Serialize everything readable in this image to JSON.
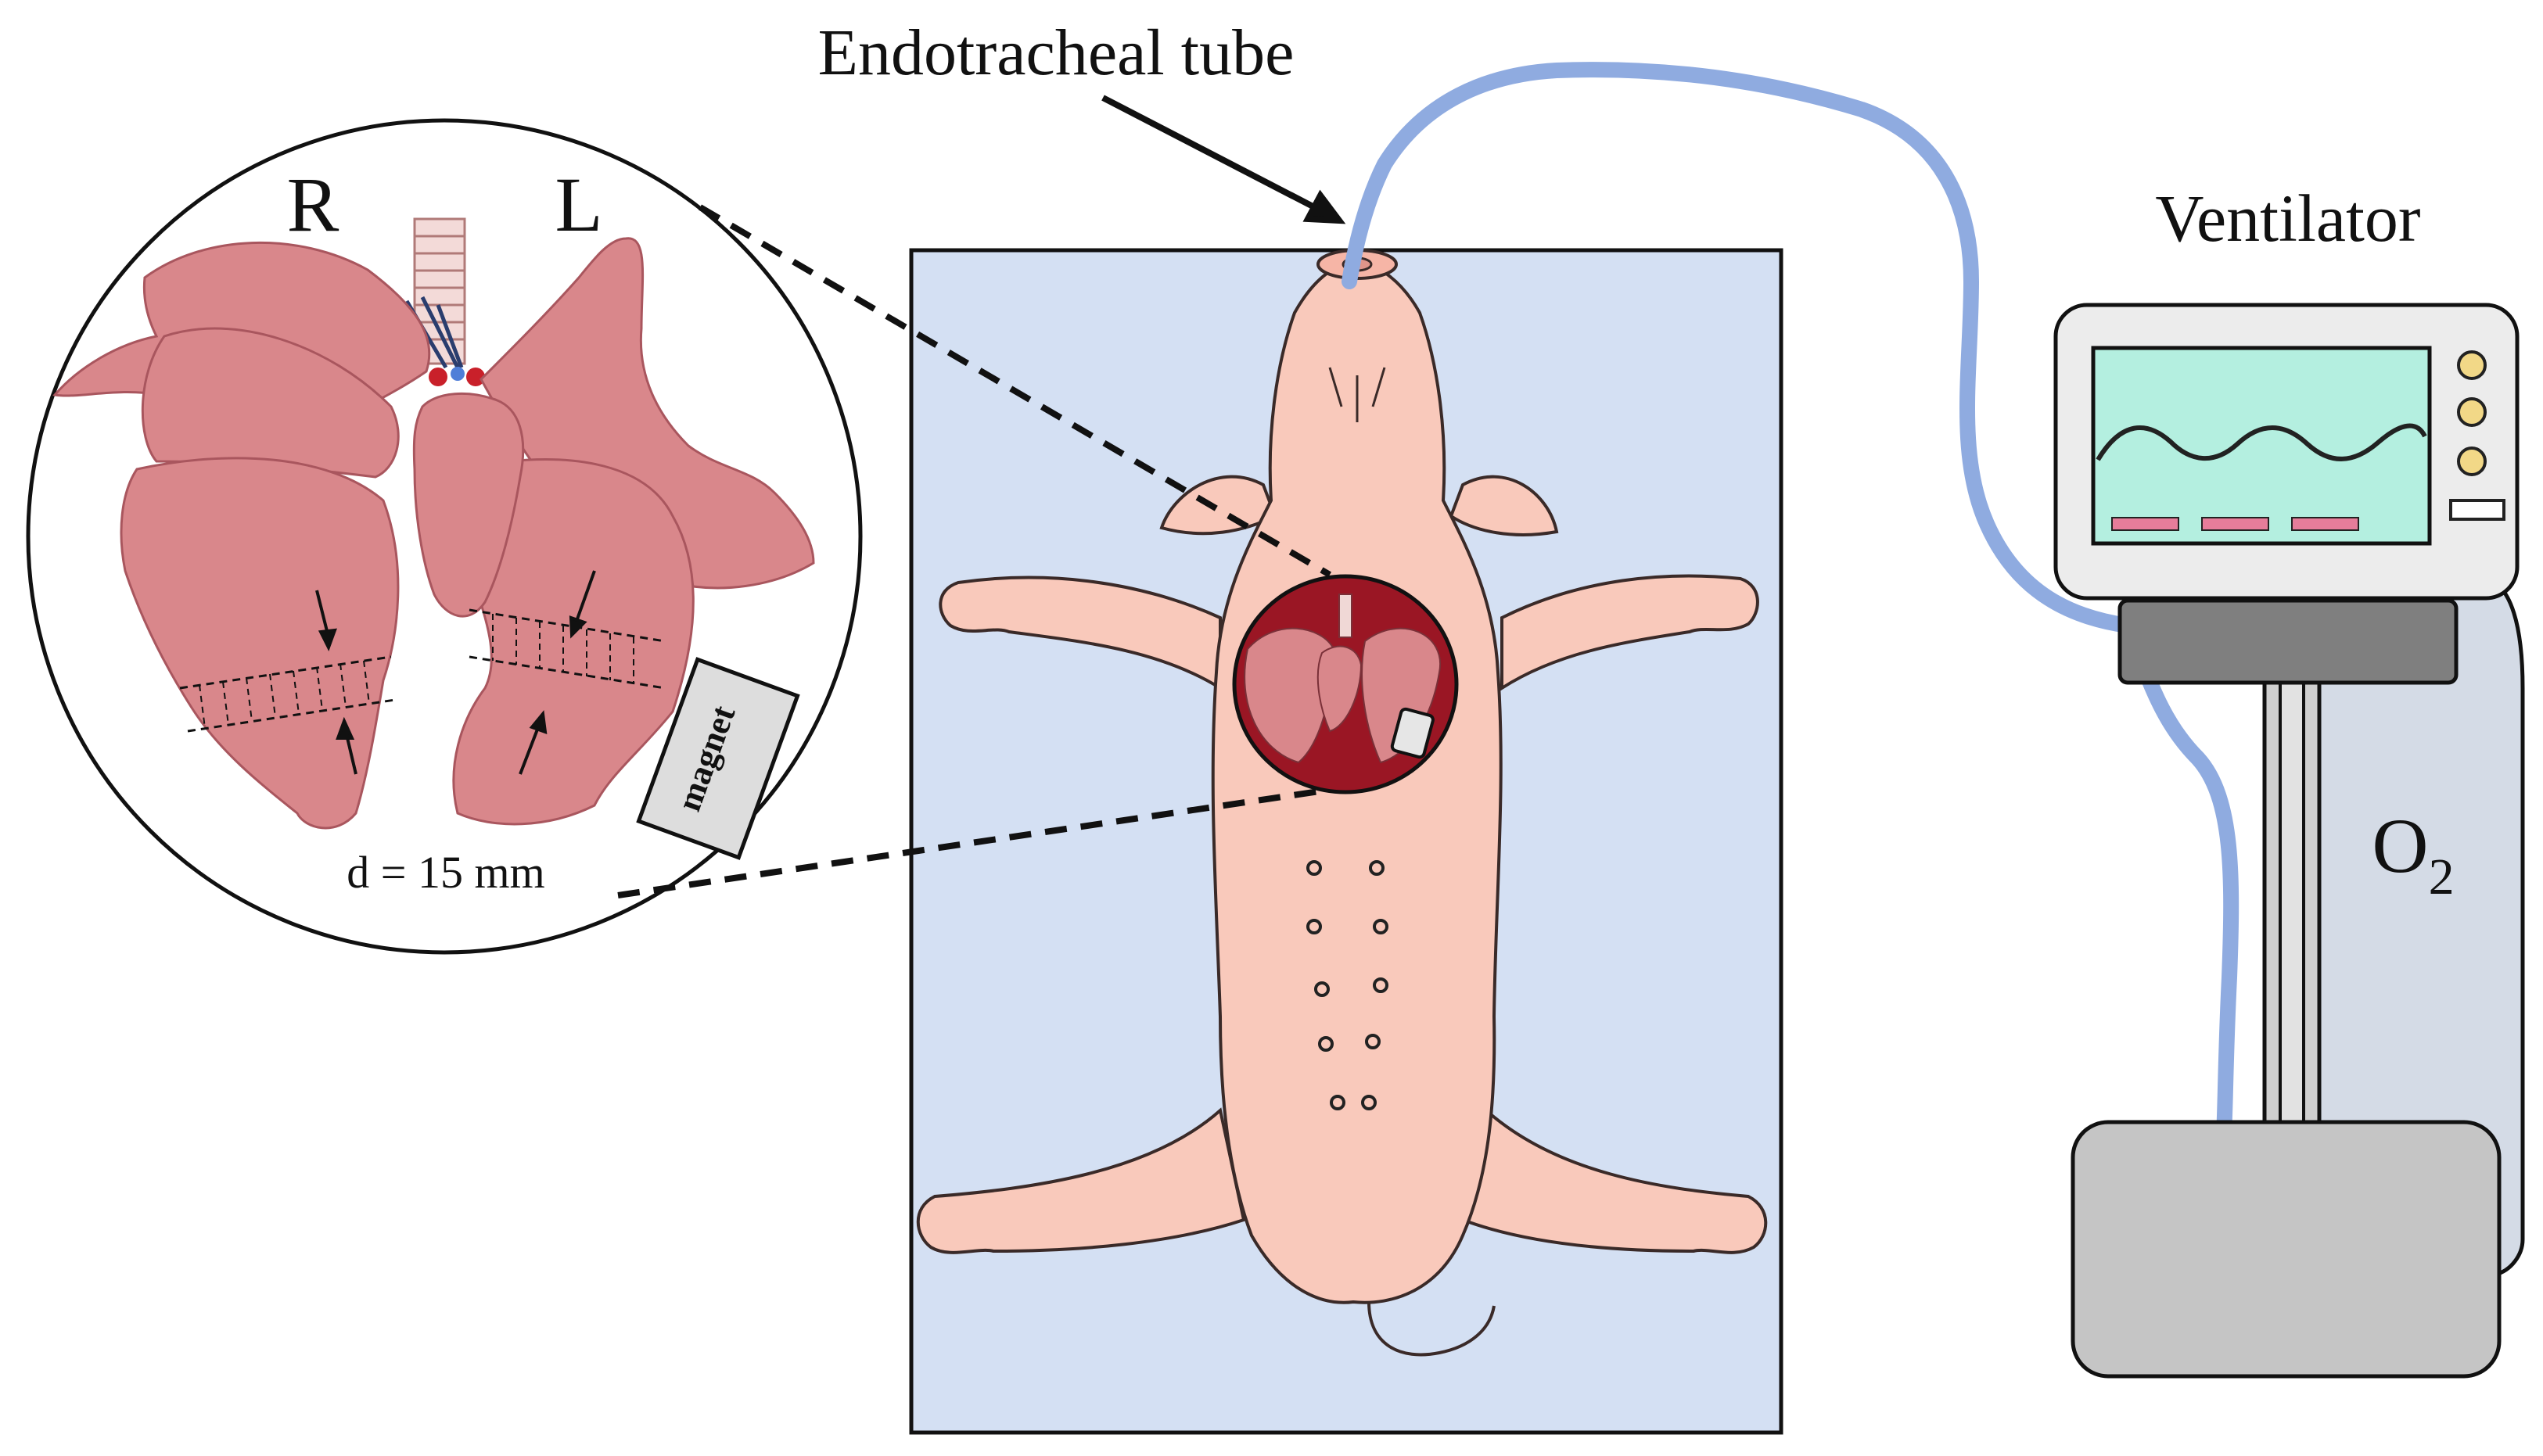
{
  "labels": {
    "endotracheal_tube": "Endotracheal tube",
    "ventilator": "Ventilator",
    "right": "R",
    "left": "L",
    "magnet": "magnet",
    "distance": "d = 15 mm",
    "oxygen_base": "O",
    "oxygen_sub": "2"
  },
  "colors": {
    "tube": "#8fabe0",
    "background_panel": "#d4e0f3",
    "lung": "#d9878b",
    "lung_dark": "#b8565e",
    "skin": "#f9c9bb",
    "chest_opening": "#9a1624",
    "screen": "#b4efe0",
    "knob": "#f2d887",
    "indicator": "#e67d9a",
    "cylinder": "#d4dbe6",
    "stand_base": "#c5c5c5",
    "stand_mount": "#7f7f7f"
  }
}
